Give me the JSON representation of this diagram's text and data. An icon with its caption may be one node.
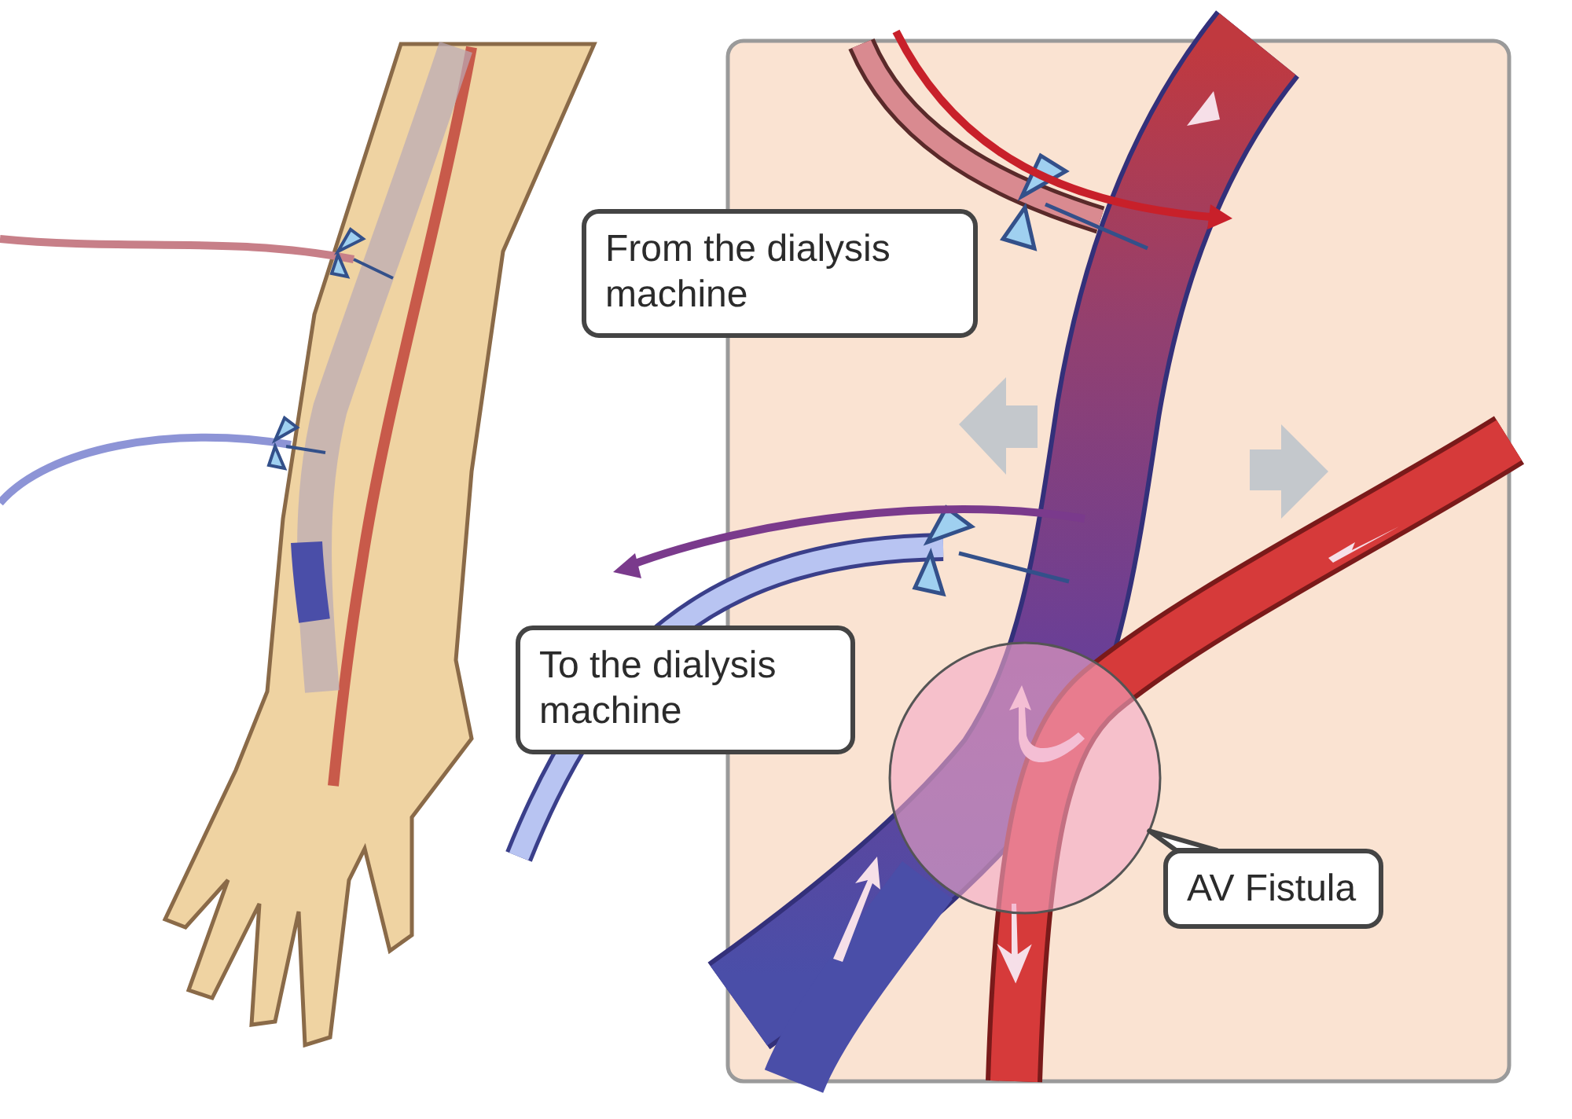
{
  "diagram": {
    "nodes": [
      {
        "text": [
          "From the dialysis machine"
        ]
      },
      {
        "text": [
          "To the dialysis machine"
        ]
      },
      {
        "text": [
          "AV Fistula"
        ]
      },
      {
        "text": [],
        "shape": "circle"
      }
    ],
    "edges": [
      {
        "from": 2,
        "to": 3,
        "arrow": "none"
      }
    ]
  }
}
